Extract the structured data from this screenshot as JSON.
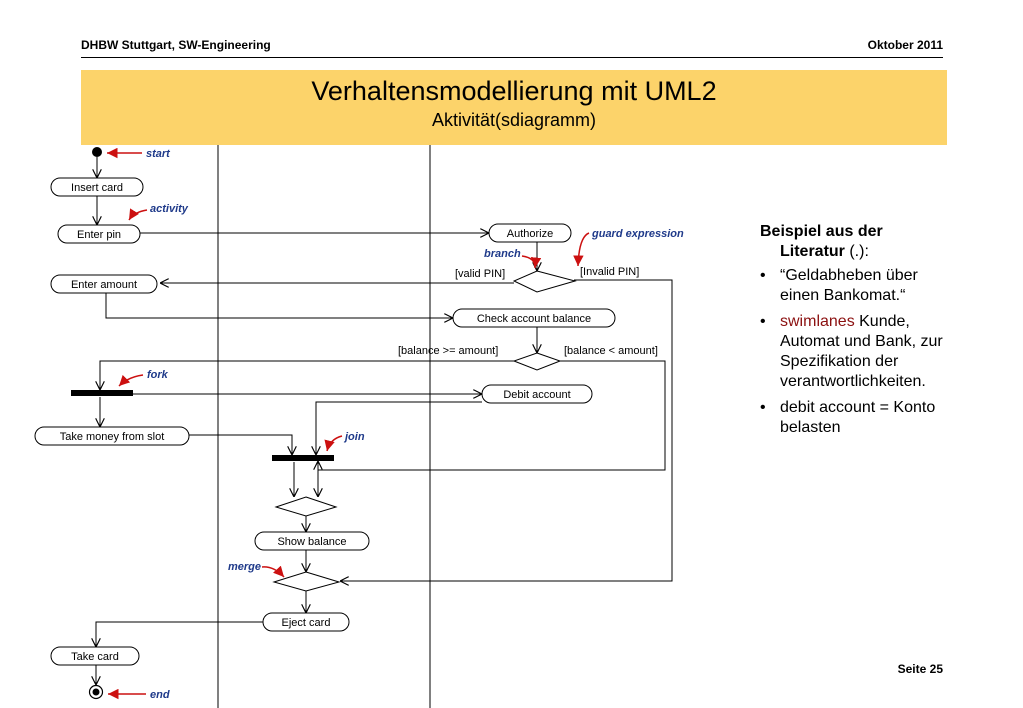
{
  "header": {
    "left": "DHBW Stuttgart, SW-Engineering",
    "right": "Oktober 2011"
  },
  "title": "Verhaltensmodellierung mit UML2",
  "subtitle": "Aktivität(sdiagramm)",
  "diagram": {
    "activities": {
      "insert_card": "Insert card",
      "enter_pin": "Enter pin",
      "authorize": "Authorize",
      "enter_amount": "Enter amount",
      "check_balance": "Check account balance",
      "debit_account": "Debit account",
      "take_money": "Take money from slot",
      "show_balance": "Show balance",
      "eject_card": "Eject card",
      "take_card": "Take card"
    },
    "guards": {
      "valid_pin": "[valid PIN]",
      "invalid_pin": "[Invalid PIN]",
      "balance_ge": "[balance >= amount]",
      "balance_lt": "[balance < amount]"
    },
    "notes": {
      "start": "start",
      "activity": "activity",
      "guard_expression": "guard expression",
      "branch": "branch",
      "fork": "fork",
      "join": "join",
      "merge": "merge",
      "end": "end"
    },
    "note_color": "#1f3a8a",
    "arrow_color": "#cc1010"
  },
  "sidebar": {
    "lead_bold": "Beispiel aus der",
    "lead_bold2": "Literatur",
    "lead_rest": " (.):",
    "bullet": "•",
    "bullets": [
      {
        "text": "“Geldabheben über einen Bankomat.“"
      },
      {
        "term": "swimlanes",
        "text": " Kunde, Automat und Bank, zur Spezifikation der verantwortlichkeiten."
      },
      {
        "text": "debit account = Konto belasten"
      }
    ],
    "term_color": "#8b1010"
  },
  "footer": {
    "page": "Seite 25"
  },
  "theme": {
    "title_band": "#fcd36a"
  }
}
